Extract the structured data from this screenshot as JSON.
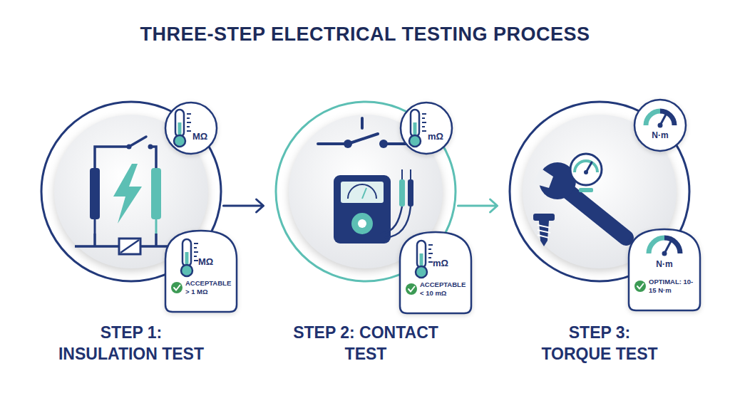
{
  "diagram": {
    "title": "THREE-STEP ELECTRICAL TESTING PROCESS",
    "nodes": [
      {
        "text": [
          "STEP 1: INSULATION TEST"
        ]
      },
      {
        "text": [
          "MΩ"
        ],
        "in": 0
      },
      {
        "text": [
          "MΩ",
          "ACCEPTABLE > 1 MΩ"
        ],
        "in": 0
      },
      {
        "text": [
          "STEP 2: CONTACT TEST"
        ]
      },
      {
        "text": [
          "mΩ"
        ],
        "in": 3
      },
      {
        "text": [
          "mΩ",
          "ACCEPTABLE < 10 mΩ"
        ],
        "in": 3
      },
      {
        "text": [
          "STEP 3: TORQUE TEST"
        ]
      },
      {
        "text": [
          "N·m"
        ],
        "in": 6
      },
      {
        "text": [
          "N·m",
          "OPTIMAL: 10-15 N·m"
        ],
        "in": 6
      }
    ],
    "edges": [
      {
        "from": 0,
        "to": 3,
        "arrow": "to"
      },
      {
        "from": 3,
        "to": 6,
        "arrow": "to"
      }
    ]
  }
}
